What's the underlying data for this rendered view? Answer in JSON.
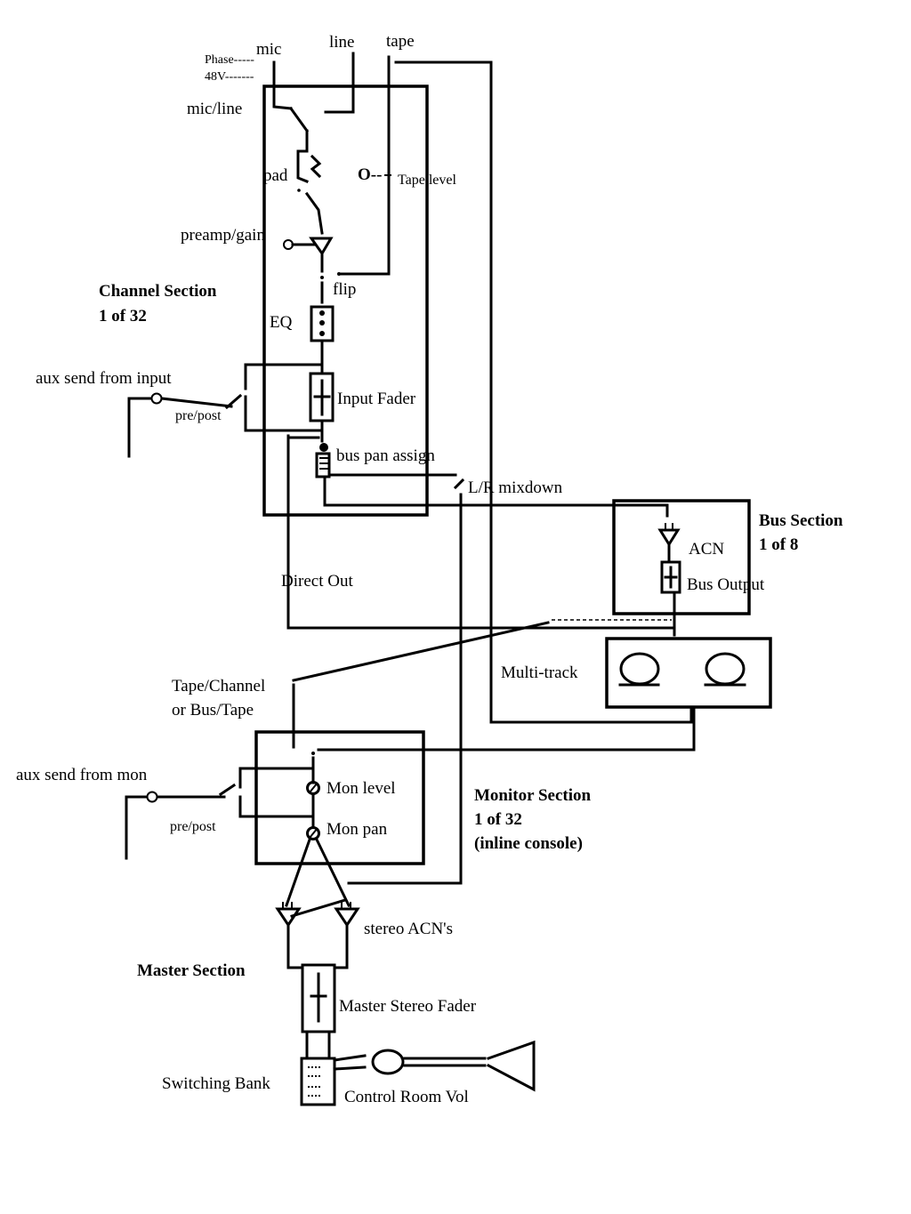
{
  "labels": {
    "phase": "Phase-----",
    "v48": "48V-------",
    "mic": "mic",
    "line": "line",
    "tape": "tape",
    "mic_line": "mic/line",
    "pad": "pad",
    "tape_level": "Tape level",
    "tape_level_knob": "O--",
    "preamp_gain": "preamp/gain",
    "flip": "flip",
    "eq": "EQ",
    "aux_send_input": "aux send from input",
    "pre_post_input": "pre/post",
    "input_fader": "Input Fader",
    "bus_pan_assign": "bus pan assign",
    "lr_mixdown": "L/R mixdown",
    "acn": "ACN",
    "bus_output": "Bus Output",
    "direct_out": "Direct Out",
    "multi_track": "Multi-track",
    "tape_channel_1": "Tape/Channel",
    "tape_channel_2": "or Bus/Tape",
    "aux_send_mon": "aux send from mon",
    "pre_post_mon": "pre/post",
    "mon_level": "Mon level",
    "mon_pan": "Mon pan",
    "stereo_acns": "stereo ACN's",
    "master_stereo_fader": "Master Stereo Fader",
    "switching_bank": "Switching Bank",
    "control_room_vol": "Control Room Vol"
  },
  "sections": {
    "channel_1": "Channel Section",
    "channel_2": "1 of 32",
    "bus_1": "Bus Section",
    "bus_2": "1 of 8",
    "monitor_1": "Monitor Section",
    "monitor_2": "1 of 32",
    "monitor_3": "(inline console)",
    "master": "Master Section"
  }
}
